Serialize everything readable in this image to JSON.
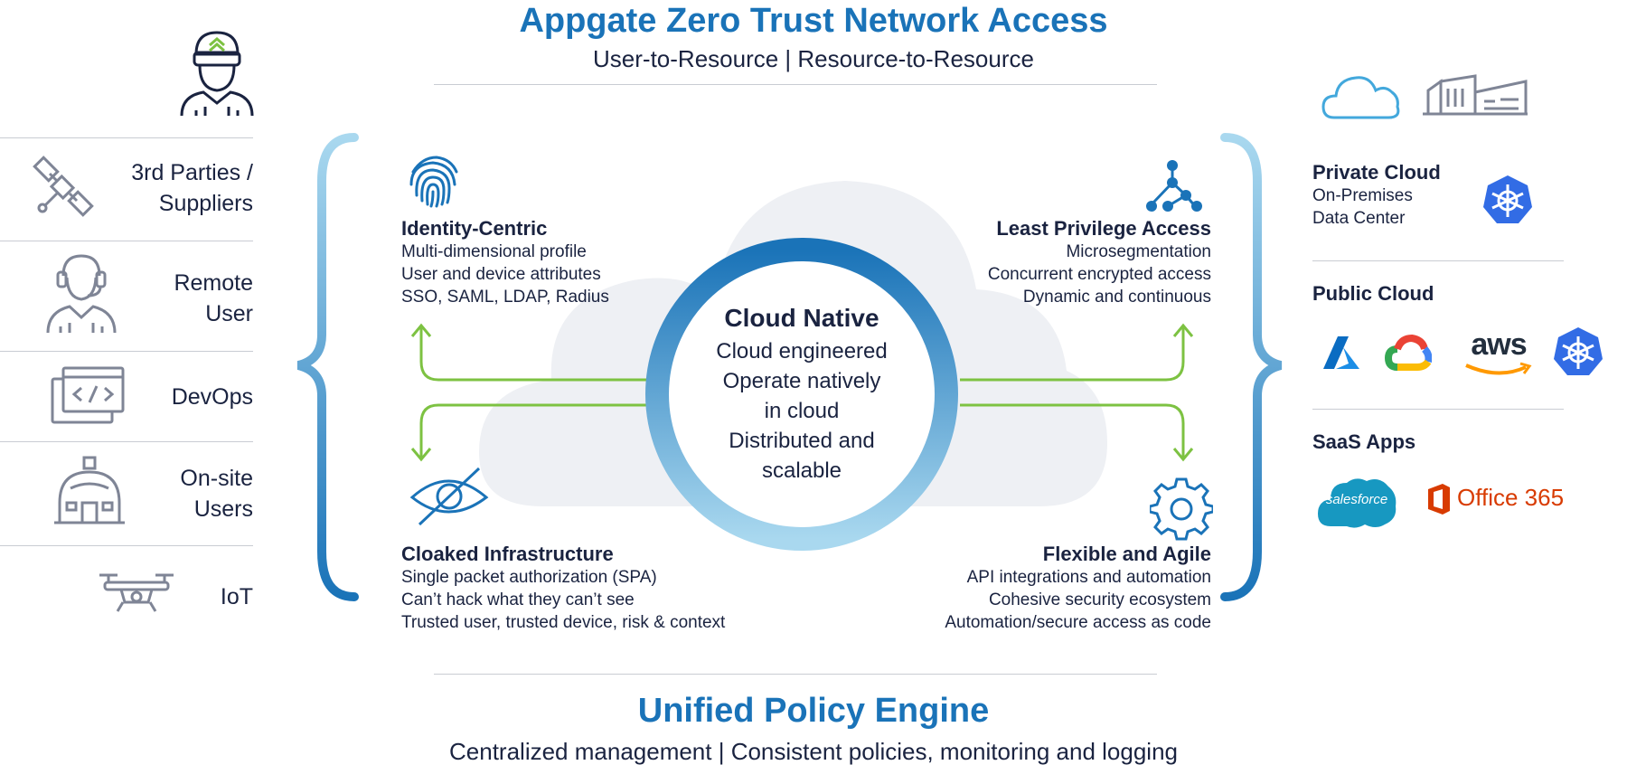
{
  "header": {
    "title": "Appgate Zero Trust Network Access",
    "subtitle": "User-to-Resource  |  Resource-to-Resource"
  },
  "left": {
    "items": [
      {
        "label_line1": "3rd Parties /",
        "label_line2": "Suppliers",
        "icon": "satellite-icon"
      },
      {
        "label_line1": "Remote",
        "label_line2": "User",
        "icon": "headset-user-icon"
      },
      {
        "label_line1": "DevOps",
        "label_line2": "",
        "icon": "code-window-icon"
      },
      {
        "label_line1": "On-site",
        "label_line2": "Users",
        "icon": "building-dome-icon"
      },
      {
        "label_line1": "IoT",
        "label_line2": "",
        "icon": "drone-icon"
      }
    ]
  },
  "center": {
    "title": "Cloud Native",
    "lines": [
      "Cloud engineered",
      "Operate natively",
      "in cloud",
      "Distributed and",
      "scalable"
    ]
  },
  "capabilities": {
    "identity": {
      "title": "Identity-Centric",
      "lines": [
        "Multi-dimensional profile",
        "User and device attributes",
        "SSO, SAML, LDAP, Radius"
      ],
      "icon": "fingerprint-icon"
    },
    "least_privilege": {
      "title": "Least Privilege Access",
      "lines": [
        "Microsegmentation",
        "Concurrent encrypted access",
        "Dynamic and continuous"
      ],
      "icon": "network-nodes-icon"
    },
    "cloaked": {
      "title": "Cloaked Infrastructure",
      "lines": [
        "Single packet authorization (SPA)",
        "Can’t hack what they can’t see",
        "Trusted user, trusted device, risk & context"
      ],
      "icon": "eye-slash-icon"
    },
    "flexible": {
      "title": "Flexible and Agile",
      "lines": [
        "API integrations and automation",
        "Cohesive security ecosystem",
        "Automation/secure access as code"
      ],
      "icon": "gear-icon"
    }
  },
  "right": {
    "private_cloud": {
      "title": "Private Cloud",
      "lines": [
        "On-Premises",
        "Data Center"
      ]
    },
    "public_cloud": {
      "title": "Public Cloud",
      "aws": "aws"
    },
    "saas": {
      "title": "SaaS Apps",
      "salesforce": "salesforce",
      "office": "Office 365"
    }
  },
  "footer": {
    "title": "Unified Policy Engine",
    "subtitle": "Centralized management  |  Consistent policies, monitoring and logging"
  },
  "colors": {
    "brand_blue": "#1a73b8",
    "navy": "#1a2340",
    "green_arrow": "#7dc242",
    "icon_gray": "#7f8596",
    "cloud_gray": "#eef0f4"
  }
}
